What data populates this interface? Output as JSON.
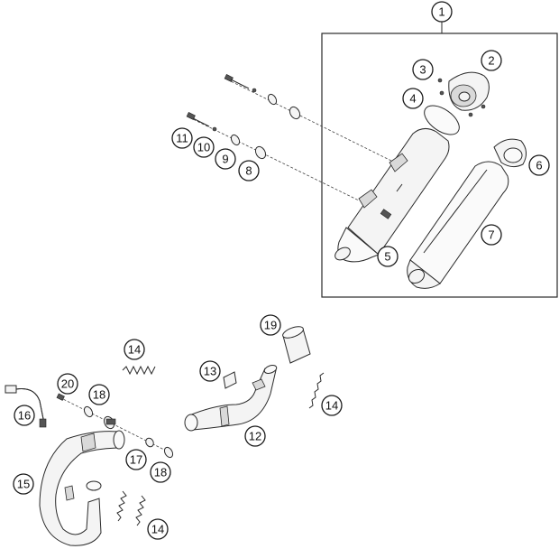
{
  "callouts": {
    "c1": "1",
    "c2": "2",
    "c3": "3",
    "c4": "4",
    "c5": "5",
    "c6": "6",
    "c7": "7",
    "c8": "8",
    "c9": "9",
    "c10": "10",
    "c11": "11",
    "c12": "12",
    "c13": "13",
    "c14a": "14",
    "c14b": "14",
    "c14c": "14",
    "c15": "15",
    "c16": "16",
    "c17": "17",
    "c18a": "18",
    "c18b": "18",
    "c19": "19",
    "c20": "20"
  },
  "colors": {
    "outline": "#2a2a2a",
    "part_fill": "#f4f4f4",
    "background": "#ffffff"
  }
}
